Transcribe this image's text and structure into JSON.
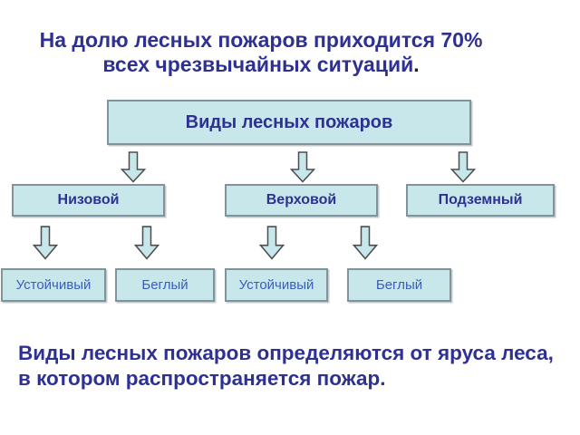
{
  "slide": {
    "title": {
      "line1": "На долю лесных пожаров приходится 70%",
      "line2": "всех чрезвычайных ситуаций",
      "period": "."
    },
    "root": {
      "label": "Виды лесных пожаров"
    },
    "level2": [
      {
        "label": "Низовой"
      },
      {
        "label": "Верховой"
      },
      {
        "label": "Подземный"
      }
    ],
    "level3": [
      {
        "label": "Устойчивый"
      },
      {
        "label": "Беглый"
      },
      {
        "label": "Устойчивый"
      },
      {
        "label": "Беглый"
      }
    ],
    "footer": "Виды лесных пожаров определяются от яруса леса, в котором распространяется пожар.",
    "colors": {
      "background": "#ffffff",
      "box_fill": "#c8e7eb",
      "box_border": "#82949b",
      "title_text": "#2e3192",
      "node_text": "#2e3192",
      "leaf_text": "#3a5dbd",
      "arrow_fill": "#c8e7eb",
      "arrow_stroke": "#4d4d4d",
      "period_text": "#1f1f1f"
    }
  }
}
